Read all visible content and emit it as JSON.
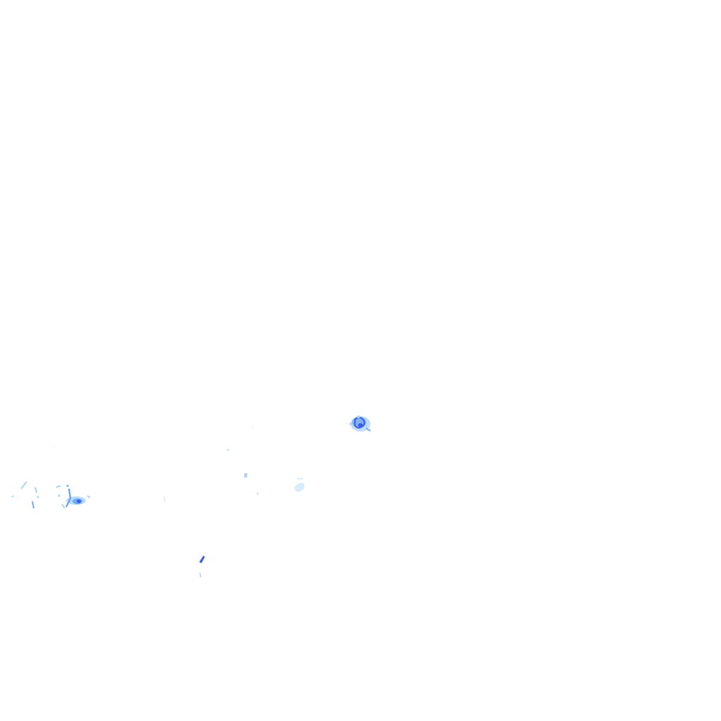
{
  "map": {
    "layer": "precipitation-radar-overlay",
    "background_color": "#ffffff",
    "legend_colors": {
      "very_light": "#d8ecff",
      "light": "#a9d3ff",
      "moderate": "#6fa8ff",
      "heavy": "#3c5ee8"
    },
    "echo_cells": [
      {
        "name": "echo-cell-east",
        "intensity": "heavy"
      },
      {
        "name": "echo-cell-west-cluster",
        "intensity": "heavy"
      },
      {
        "name": "echo-cell-far-west-streaks",
        "intensity": "light"
      },
      {
        "name": "echo-cell-center-small",
        "intensity": "light"
      },
      {
        "name": "echo-cell-center-patch",
        "intensity": "very_light"
      },
      {
        "name": "echo-cell-south",
        "intensity": "heavy"
      },
      {
        "name": "echo-cell-scattered-specks",
        "intensity": "light"
      }
    ]
  }
}
